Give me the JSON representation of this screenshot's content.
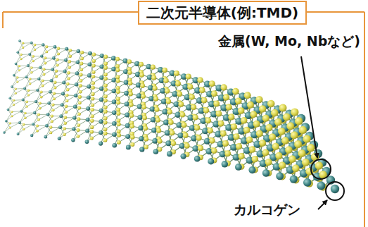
{
  "diagram": {
    "title": "二次元半導体(例:TMD)",
    "labels": [
      "金属(W, Mo, Nbなど)",
      "カルコゲン"
    ]
  }
}
